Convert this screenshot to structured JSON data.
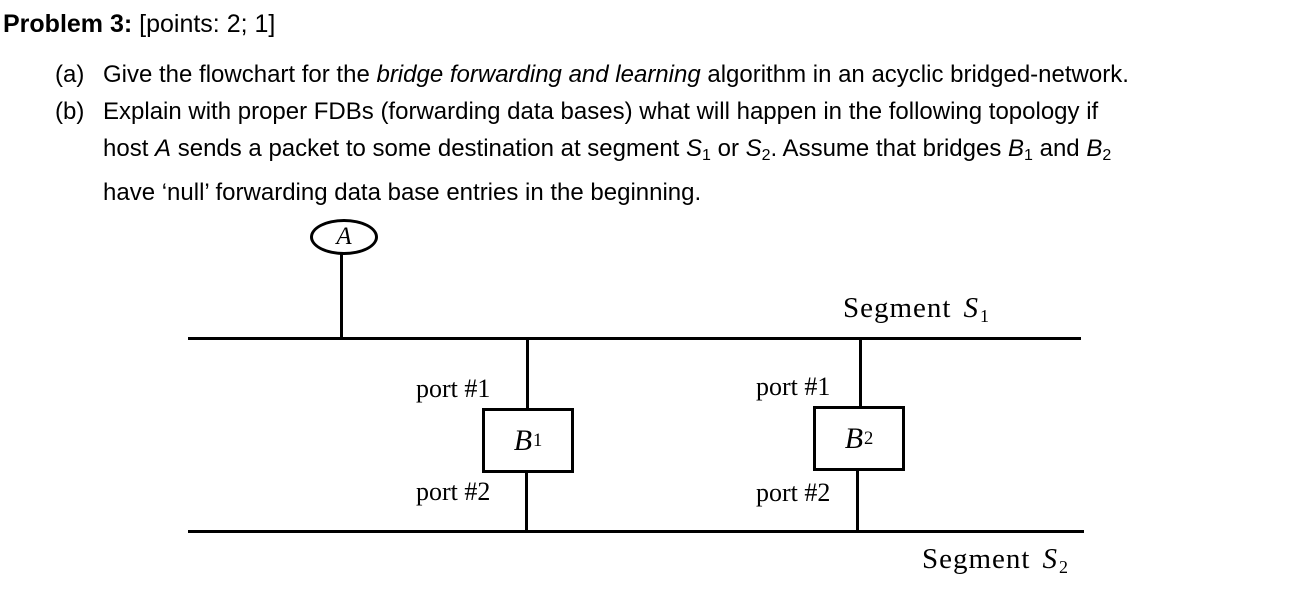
{
  "colors": {
    "background": "#ffffff",
    "ink": "#000000"
  },
  "title": {
    "bold": "Problem 3:",
    "points": " [points: 2; 1]"
  },
  "part_a": {
    "marker": "(a)",
    "pre": "Give the flowchart for the ",
    "italic_phrase": "bridge forwarding and learning",
    "post": " algorithm in an acyclic bridged-network."
  },
  "part_b": {
    "marker": "(b)",
    "line1": "Explain with proper FDBs (forwarding data bases) what will happen in the following topology if",
    "line2_pre": "host ",
    "host_symbol": "A",
    "line2_mid1": " sends a packet to some destination at segment ",
    "s_symbol_1": "S",
    "s_sub_1": "1",
    "or_text": " or ",
    "s_symbol_2": "S",
    "s_sub_2": "2",
    "line2_mid2": ". Assume that bridges ",
    "b_symbol_1": "B",
    "b_sub_1": "1",
    "and_text": " and ",
    "b_symbol_2": "B",
    "b_sub_2": "2",
    "line3": "have ‘null’ forwarding data base entries in the beginning."
  },
  "diagram": {
    "host_label": "A",
    "segment1": {
      "word": "Segment",
      "symbol": "S",
      "subscript": "1"
    },
    "segment2": {
      "word": "Segment",
      "symbol": "S",
      "subscript": "2"
    },
    "bridge1": {
      "symbol": "B",
      "subscript": "1",
      "port_top": "port #1",
      "port_bottom": "port #2"
    },
    "bridge2": {
      "symbol": "B",
      "subscript": "2",
      "port_top": "port #1",
      "port_bottom": "port #2"
    }
  }
}
